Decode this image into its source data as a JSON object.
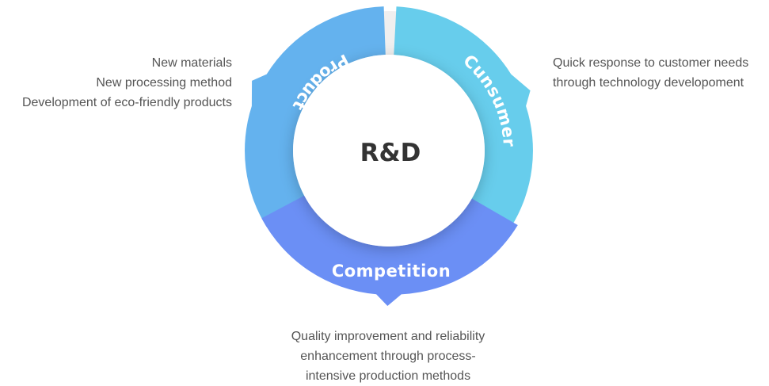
{
  "center": {
    "label": "R&D"
  },
  "segments": {
    "product": {
      "label": "Product",
      "color": "#64b2ee"
    },
    "consumer": {
      "label": "Cunsumer",
      "color": "#67cdec"
    },
    "competition": {
      "label": "Competition",
      "color": "#6b8ff5"
    }
  },
  "notes": {
    "product": [
      "New materials",
      "New processing method",
      "Development of eco-friendly products"
    ],
    "consumer": [
      "Quick response to customer needs",
      "through technology developoment"
    ],
    "competition": [
      "Quality improvement and reliability",
      "enhancement through process-",
      "intensive production methods"
    ]
  }
}
